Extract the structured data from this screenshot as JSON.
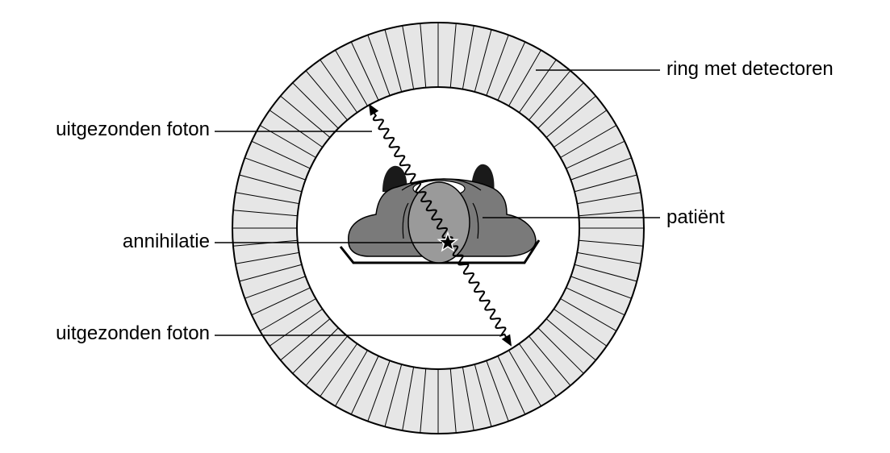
{
  "labels": {
    "ring": "ring met detectoren",
    "photon_top": "uitgezonden foton",
    "patient": "patiënt",
    "annihilation": "annihilatie",
    "photon_bottom": "uitgezonden foton"
  },
  "colors": {
    "detector_fill": "#e6e6e6",
    "line": "#000000",
    "patient_body": "#7a7a7a",
    "patient_head": "#9a9a9a",
    "patient_dark": "#1a1a1a"
  },
  "ring": {
    "detector_count": 72
  }
}
